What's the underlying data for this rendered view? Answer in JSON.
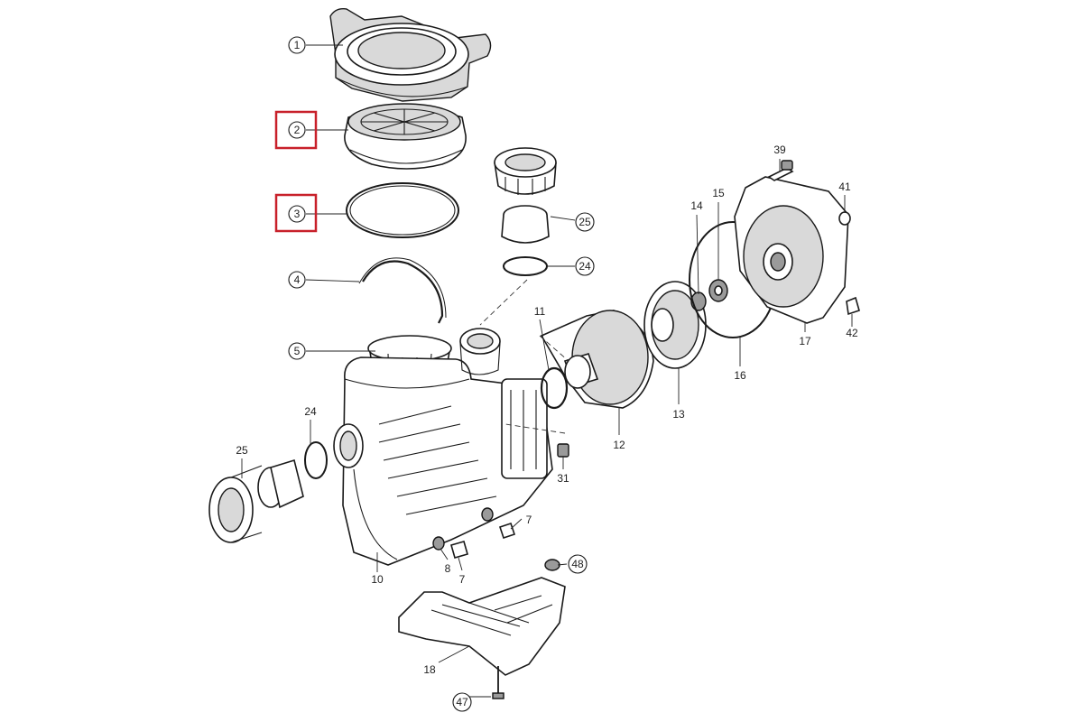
{
  "diagram": {
    "highlight_color": "#c8202a",
    "highlighted_callouts": [
      "2",
      "3"
    ],
    "callouts": [
      "1",
      "2",
      "3",
      "4",
      "5",
      "10",
      "24",
      "25",
      "24",
      "25",
      "11",
      "12",
      "13",
      "14",
      "15",
      "16",
      "17",
      "39",
      "41",
      "42",
      "31",
      "7",
      "8",
      "7",
      "48",
      "18",
      "47"
    ]
  }
}
